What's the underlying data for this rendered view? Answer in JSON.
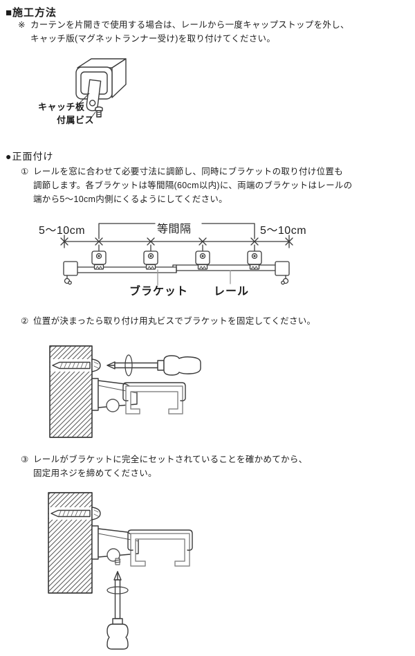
{
  "doc": {
    "title": "■施工方法",
    "note": {
      "marker": "※",
      "line1": "カーテンを片開きで使用する場合は、レールから一度キャップストップを外し、",
      "line2": "キャッチ版(マグネットランナー受け)を取り付けてください。"
    },
    "cap_diagram": {
      "catch_plate_label": "キャッチ板",
      "screw_label": "付属ビス"
    },
    "section": {
      "heading": "●正面付け",
      "step1": {
        "marker": "①",
        "line1": "レールを窓に合わせて必要寸法に調節し、同時にブラケットの取り付け位置も",
        "line2": "調節します。各ブラケットは等間隔(60cm以内)に、両端のブラケットはレールの",
        "line3": "端から5〜10cm内側にくるようにしてください。"
      },
      "step2": {
        "marker": "②",
        "line1": "位置が決まったら取り付け用丸ビスでブラケットを固定してください。"
      },
      "step3": {
        "marker": "③",
        "line1": "レールがブラケットに完全にセットされていることを確かめてから、",
        "line2": "固定用ネジを締めてください。"
      }
    },
    "rail_diagram": {
      "dim_left": "5〜10cm",
      "dim_center": "等間隔",
      "dim_right": "5〜10cm",
      "bracket_label": "ブラケット",
      "rail_label": "レール"
    }
  },
  "colors": {
    "background": "#ffffff",
    "ink": "#1c1c1c",
    "line_art": "#3a3a3a",
    "rail_gray": "#8a8a8a",
    "leader_gray": "#999999",
    "hatch": "#555555"
  }
}
